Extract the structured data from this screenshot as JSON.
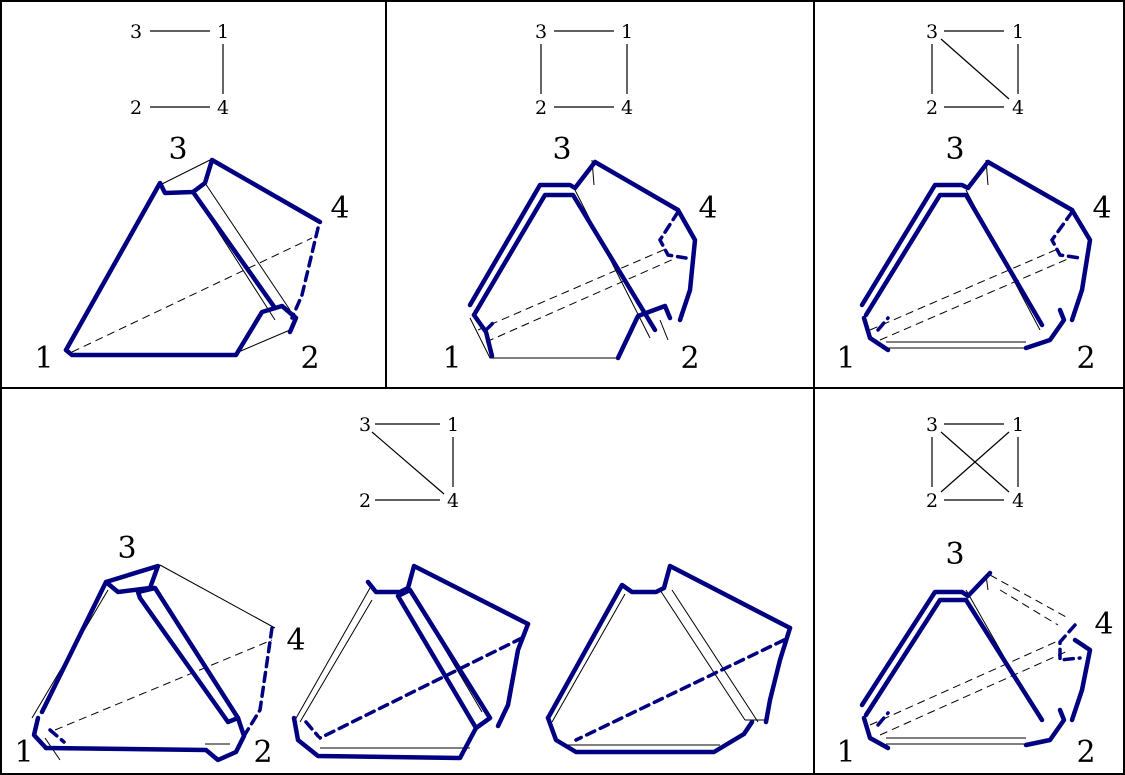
{
  "colors": {
    "thick_edge": "#000080",
    "thin_edge": "#000000",
    "frame": "#000000",
    "background": "#ffffff"
  },
  "vertex_labels": {
    "v1": "1",
    "v2": "2",
    "v3": "3",
    "v4": "4"
  },
  "panels": [
    {
      "id": "panel-1",
      "graph_edges": [
        [
          "3",
          "1"
        ],
        [
          "1",
          "4"
        ],
        [
          "2",
          "4"
        ]
      ]
    },
    {
      "id": "panel-2",
      "graph_edges": [
        [
          "3",
          "1"
        ],
        [
          "1",
          "4"
        ],
        [
          "2",
          "4"
        ],
        [
          "3",
          "2"
        ]
      ]
    },
    {
      "id": "panel-3",
      "graph_edges": [
        [
          "3",
          "1"
        ],
        [
          "1",
          "4"
        ],
        [
          "2",
          "4"
        ],
        [
          "3",
          "2"
        ],
        [
          "3",
          "4"
        ]
      ]
    },
    {
      "id": "panel-4",
      "graph_edges": [
        [
          "3",
          "1"
        ],
        [
          "1",
          "4"
        ],
        [
          "2",
          "4"
        ],
        [
          "3",
          "4"
        ]
      ]
    },
    {
      "id": "panel-5",
      "graph_edges": [
        [
          "3",
          "1"
        ],
        [
          "1",
          "4"
        ],
        [
          "2",
          "4"
        ],
        [
          "3",
          "2"
        ],
        [
          "3",
          "4"
        ],
        [
          "1",
          "2"
        ]
      ]
    }
  ]
}
